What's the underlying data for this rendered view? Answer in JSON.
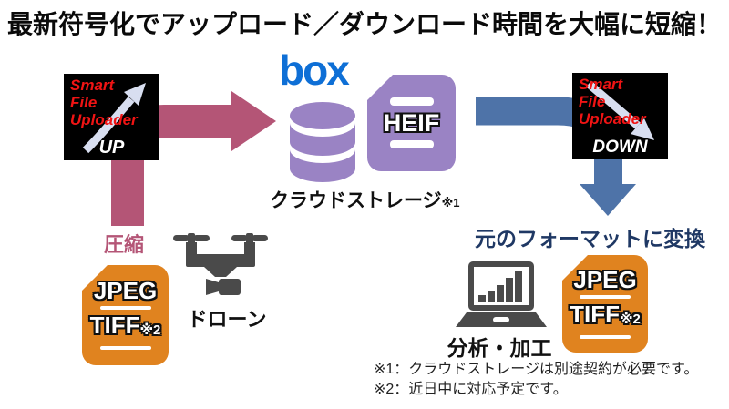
{
  "colors": {
    "pink": "#b45576",
    "blue": "#4e73a8",
    "purple": "#9a83c4",
    "orange": "#e0831f",
    "navy": "#1f3864",
    "red": "#f01414",
    "box_blue": "#0e6fd6",
    "icon_gray": "#4a4a4a",
    "badge_arrow": "#d8def0"
  },
  "title": "最新符号化でアップロード／ダウンロード時間を大幅に短縮！",
  "flow": {
    "up_badge": {
      "name_lines": [
        "Smart",
        "File",
        "Uploader"
      ],
      "direction": "UP"
    },
    "down_badge": {
      "name_lines": [
        "Smart",
        "File",
        "Uploader"
      ],
      "direction": "DOWN"
    },
    "compress_label": "圧縮",
    "convert_label": "元のフォーマットに変換"
  },
  "cloud": {
    "brand": "box",
    "storage_label": "クラウドストレージ",
    "storage_note_ref": "※1",
    "heif_label": "HEIF"
  },
  "source": {
    "formats": [
      "JPEG",
      "TIFF"
    ],
    "format_note_ref": "※2",
    "device_label": "ドローン"
  },
  "result": {
    "formats": [
      "JPEG",
      "TIFF"
    ],
    "format_note_ref": "※2",
    "analysis_label": "分析・加工"
  },
  "footnotes": [
    "※1：クラウドストレージは別途契約が必要です。",
    "※2：近日中に対応予定です。"
  ]
}
